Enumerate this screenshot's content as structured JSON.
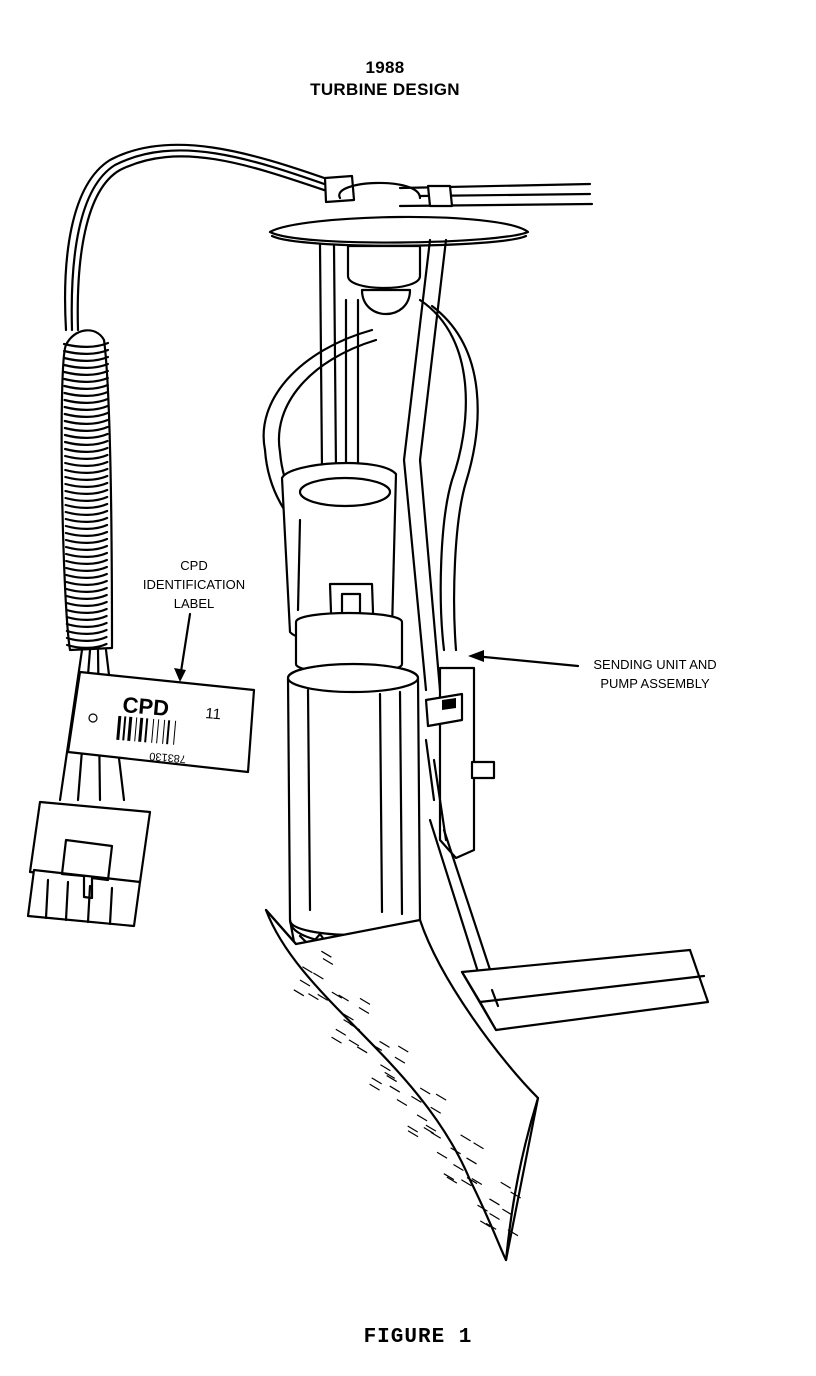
{
  "header": {
    "year": "1988",
    "design": "TURBINE DESIGN"
  },
  "callouts": {
    "cpd_line1": "CPD",
    "cpd_line2": "IDENTIFICATION",
    "cpd_line3": "LABEL",
    "pump_line1": "SENDING UNIT AND",
    "pump_line2": "PUMP ASSEMBLY"
  },
  "label_tag": {
    "code": "CPD",
    "number": "11",
    "serial": "783130"
  },
  "footer": {
    "figure": "FIGURE 1"
  }
}
